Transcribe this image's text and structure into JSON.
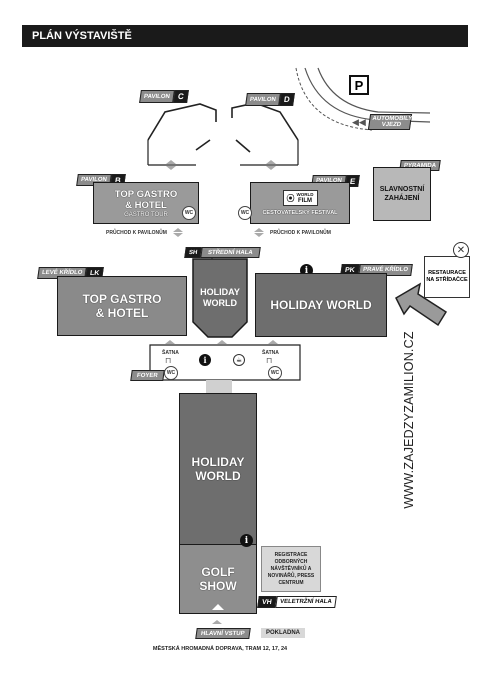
{
  "header": {
    "title": "PLÁN VÝSTAVIŠTĚ"
  },
  "parking": {
    "symbol": "P"
  },
  "cars_entry": {
    "label": "AUTOMOBILY VJEZD"
  },
  "pavilon_c": {
    "label": "PAVILON",
    "code": "C"
  },
  "pavilon_d": {
    "label": "PAVILON",
    "code": "D"
  },
  "pavilon_b": {
    "label": "PAVILON",
    "code": "B",
    "title": "TOP GASTRO & HOTEL",
    "subtitle": "GASTRO TOUR",
    "wc": "WC"
  },
  "pavilon_e": {
    "label": "PAVILON",
    "code": "E",
    "film_line1": "WORLD",
    "film_line2": "FILM",
    "subtitle": "CESTOVATELSKÝ FESTIVAL",
    "wc": "WC"
  },
  "pyramida": {
    "label": "PYRAMIDA",
    "title": "SLAVNOSTNÍ ZAHÁJENÍ"
  },
  "passage_left": {
    "label": "PRŮCHOD K PAVILONŮM"
  },
  "passage_right": {
    "label": "PRŮCHOD K PAVILONŮM"
  },
  "central_hall": {
    "code": "SH",
    "label": "STŘEDNÍ HALA",
    "title": "HOLIDAY WORLD"
  },
  "left_wing": {
    "label": "LEVÉ KŘÍDLO",
    "code": "LK",
    "title": "TOP GASTRO & HOTEL"
  },
  "right_wing": {
    "code": "PK",
    "label": "PRAVÉ KŘÍDLO",
    "title": "HOLIDAY WORLD",
    "info": "i"
  },
  "restaurant": {
    "title": "RESTAURACE NA STŘÍDAČCE"
  },
  "website": {
    "text": "WWW.ZAJEDZYZAMILION.CZ"
  },
  "cloakroom_left": {
    "label": "ŠATNA"
  },
  "cloakroom_right": {
    "label": "ŠATNA"
  },
  "foyer": {
    "label": "FOYER",
    "wc": "WC"
  },
  "wc_right": {
    "label": "WC"
  },
  "info_foyer": {
    "symbol": "i"
  },
  "great_hall": {
    "title": "HOLIDAY WORLD",
    "info": "i"
  },
  "golf": {
    "title": "GOLF SHOW"
  },
  "registration": {
    "text": "REGISTRACE ODBORNÝCH NÁVŠTĚVNÍKŮ A NOVINÁŘŮ, PRESS CENTRUM"
  },
  "great_hall_tag": {
    "code": "VH",
    "label": "VELETRŽNÍ HALA"
  },
  "main_entrance": {
    "label": "HLAVNÍ VSTUP"
  },
  "ticket_office": {
    "label": "POKLADNA"
  },
  "transport": {
    "text": "MĚSTSKÁ HROMADNÁ DOPRAVA, TRAM 12, 17, 24"
  }
}
